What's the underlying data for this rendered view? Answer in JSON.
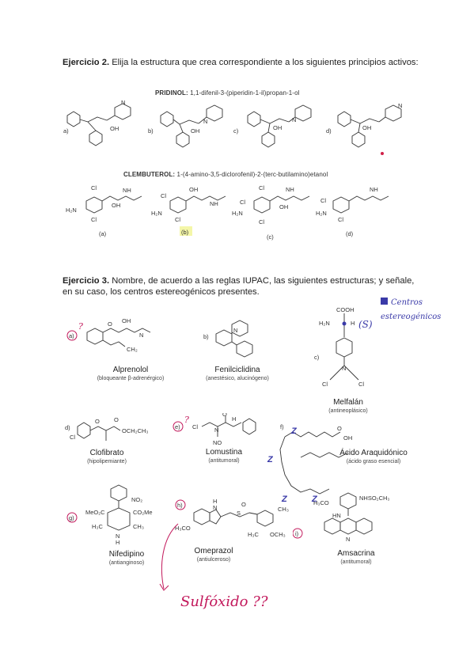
{
  "ex2": {
    "title": "Ejercicio 2.",
    "text": " Elija la estructura que crea correspondiente a los siguientes principios activos:",
    "pridinol": {
      "label": "PRIDINOL:",
      "name": " 1,1-difenil-3-(piperidin-1-il)propan-1-ol"
    },
    "options_top": [
      "a)",
      "b)",
      "c)",
      "d)"
    ],
    "clembuterol": {
      "label": "CLEMBUTEROL:",
      "name": " 1-(4-amino-3,5-diclorofenil)-2-(terc-butilamino)etanol"
    },
    "options_bottom": [
      "(a)",
      "(b)",
      "(c)",
      "(d)"
    ]
  },
  "ex3": {
    "title": "Ejercicio 3.",
    "text": " Nombre, de acuerdo a las reglas IUPAC, las siguientes estructuras; y señale, en su caso, los centros estereogénicos presentes.",
    "legend_note": "Centros estereogénicos",
    "compounds": [
      {
        "letter": "a)",
        "name": "Alprenolol",
        "note": "(bloqueante β-adrenérgico)"
      },
      {
        "letter": "b)",
        "name": "Fenilciclidina",
        "note": "(anestésico, alucinógeno)"
      },
      {
        "letter": "c)",
        "name": "Melfalán",
        "note": "(antineoplásico)"
      },
      {
        "letter": "d)",
        "name": "Clofibrato",
        "note": "(hipolipemiante)"
      },
      {
        "letter": "e)",
        "name": "Lomustina",
        "note": "(antitumoral)"
      },
      {
        "letter": "f)",
        "name": "Ácido Araquidónico",
        "note": "(ácido graso esencial)"
      },
      {
        "letter": "g)",
        "name": "Nifedipino",
        "note": "(antianginoso)"
      },
      {
        "letter": "h)",
        "name": "Omeprazol",
        "note": "(antiulceroso)"
      },
      {
        "letter": "i)",
        "name": "Amsacrina",
        "note": "(antitumoral)"
      }
    ],
    "atoms": {
      "oh": "OH",
      "n": "N",
      "h2n": "H₂N",
      "cl": "Cl",
      "h": "H",
      "nh": "NH",
      "cooh": "COOH",
      "oc2h5": "OCH₂CH₃",
      "no": "NO",
      "cl_l": "Cl",
      "no2": "NO₂",
      "meo2c": "MeO₂C",
      "co2me": "CO₂Me",
      "h3c": "H₃C",
      "ch3": "CH₃",
      "h3co": "H₃CO",
      "och3": "OCH₃",
      "nhso2ch3": "NHSO₂CH₃",
      "hn": "HN",
      "s": "S",
      "o": "O",
      "ch2": "CH₂",
      "h2n_c": "H₂N"
    },
    "annotations": {
      "s_mark": "(S)",
      "q1": "?",
      "q2": "?",
      "sulfoxide": "Sulfóxido ??",
      "z": "Z"
    }
  }
}
